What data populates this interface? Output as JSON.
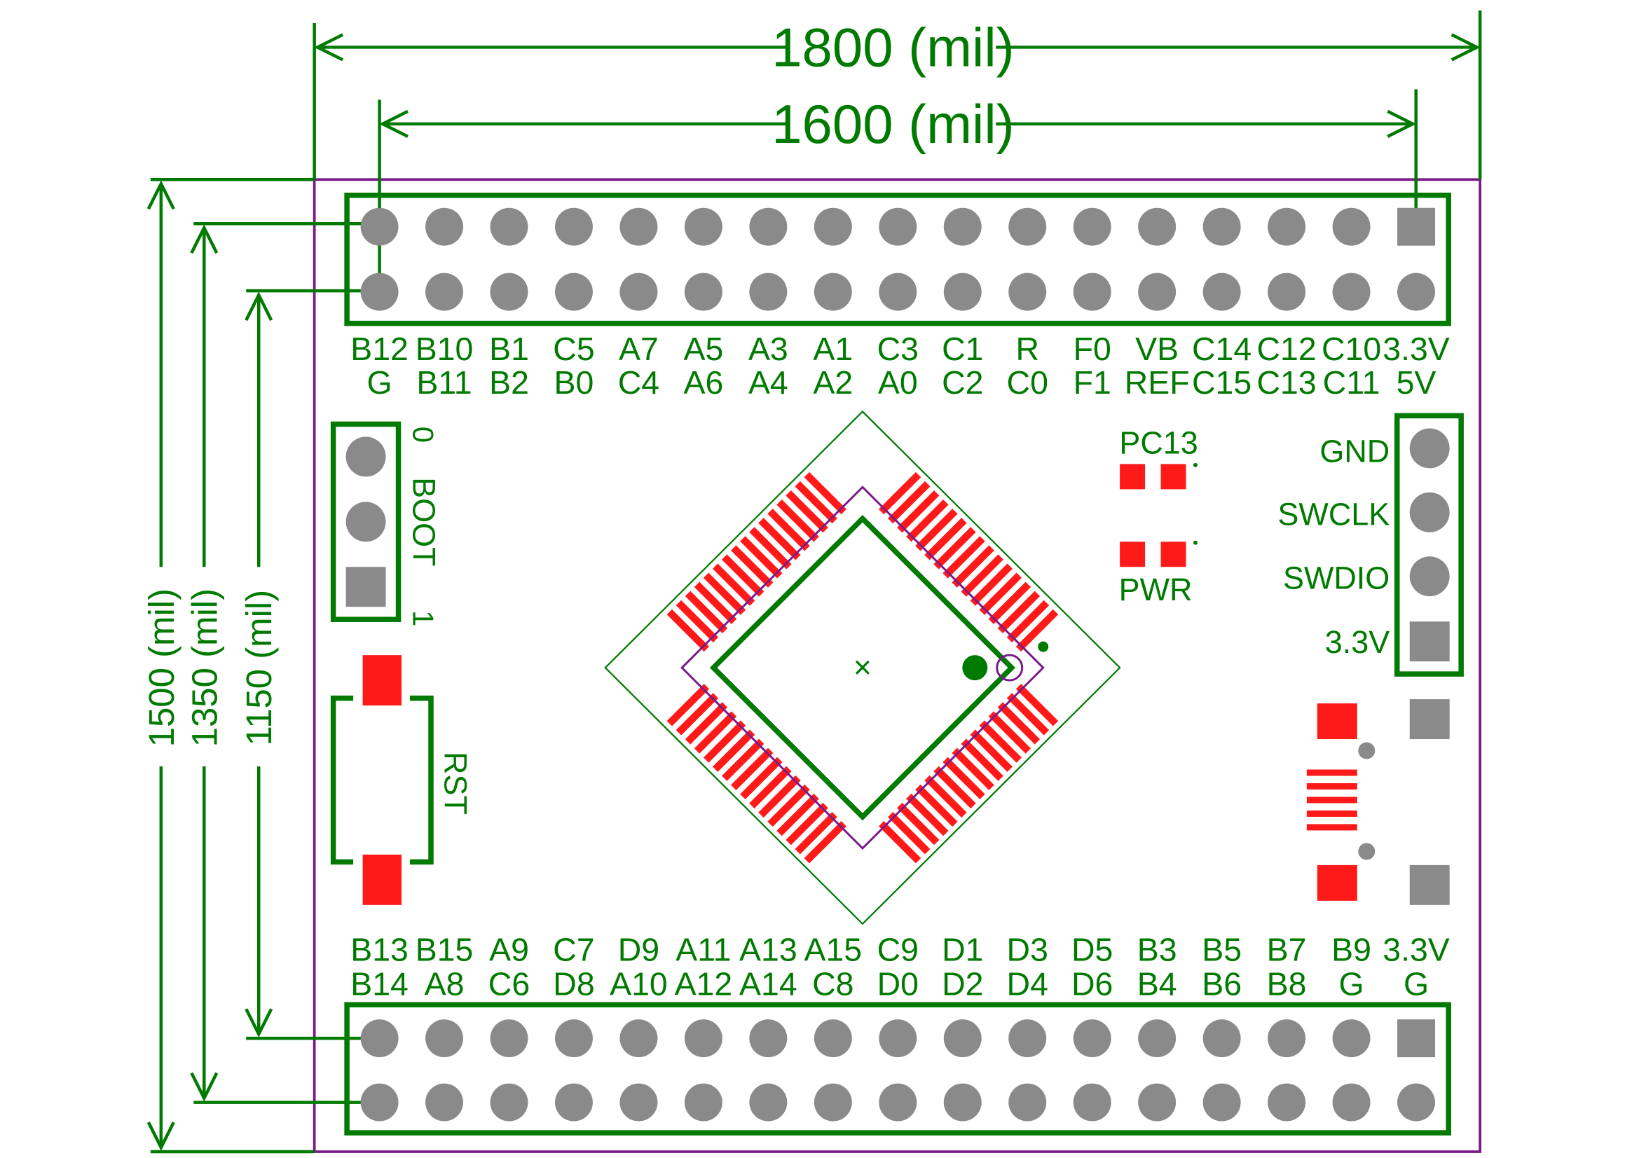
{
  "colors": {
    "silk": "#007a00",
    "outline": "#7a1a8a",
    "pad": "#8a8a8a",
    "smd": "#ff1a1a"
  },
  "dimensions": {
    "width_outer": "1800 (mil)",
    "width_inner": "1600 (mil)",
    "height_outer": "1500 (mil)",
    "height_mid": "1350 (mil)",
    "height_inner": "1150 (mil)"
  },
  "top_header": {
    "row1": [
      "B12",
      "B10",
      "B1",
      "C5",
      "A7",
      "A5",
      "A3",
      "A1",
      "C3",
      "C1",
      "R",
      "F0",
      "VB",
      "C14",
      "C12",
      "C10",
      "3.3V"
    ],
    "row2": [
      "G",
      "B11",
      "B2",
      "B0",
      "C4",
      "A6",
      "A4",
      "A2",
      "A0",
      "C2",
      "C0",
      "F1",
      "REF",
      "C15",
      "C13",
      "C11",
      "5V"
    ]
  },
  "bottom_header": {
    "row1": [
      "B13",
      "B15",
      "A9",
      "C7",
      "D9",
      "A11",
      "A13",
      "A15",
      "C9",
      "D1",
      "D3",
      "D5",
      "B3",
      "B5",
      "B7",
      "B9",
      "3.3V"
    ],
    "row2": [
      "B14",
      "A8",
      "C6",
      "D8",
      "A10",
      "A12",
      "A14",
      "C8",
      "D0",
      "D2",
      "D4",
      "D6",
      "B4",
      "B6",
      "B8",
      "G",
      "G"
    ]
  },
  "boot": {
    "label": "BOOT",
    "pin_0": "0",
    "pin_1": "1"
  },
  "reset": {
    "label": "RST"
  },
  "leds": {
    "top": "PC13",
    "bottom": "PWR"
  },
  "swd": {
    "pins": [
      "GND",
      "SWCLK",
      "SWDIO",
      "3.3V"
    ]
  },
  "mcu": {
    "center_mark": "×"
  }
}
